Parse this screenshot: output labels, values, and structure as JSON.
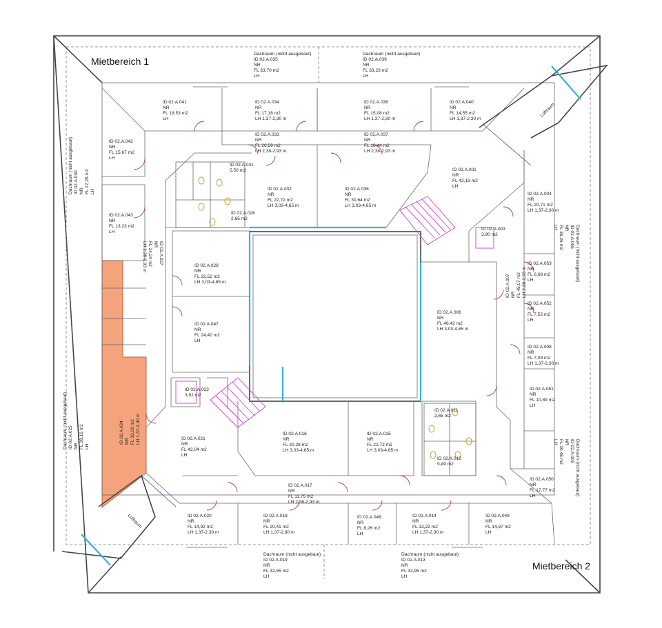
{
  "plan": {
    "areas": [
      {
        "key": "mb1",
        "label": "Mietbereich 1"
      },
      {
        "key": "mb2",
        "label": "Mietbereich 2"
      }
    ],
    "colors": {
      "highlight": "#f4a37c",
      "wall": "#444444",
      "door": "#c0304a",
      "glass": "#2fb5d6",
      "stair": "#d236d6"
    },
    "luftraum_label": "Luftraum",
    "rooms": [
      {
        "key": "r035",
        "lines": [
          "Dachraum  (nicht ausgebaut)",
          "ID        02.A.035",
          "NR",
          "FL        33,70 m2",
          "LH"
        ]
      },
      {
        "key": "r039",
        "lines": [
          "Dachraum  (nicht ausgebaut)",
          "ID        02.A.039",
          "NR",
          "FL        33,23 m2",
          "LH"
        ]
      },
      {
        "key": "r041",
        "lines": [
          "ID        02.A.041",
          "NR",
          "FL        18,53 m2",
          "LH"
        ]
      },
      {
        "key": "r034",
        "lines": [
          "ID        02.A.034",
          "NR",
          "FL        17,18 m2",
          "LH  1,37-2,30 m"
        ]
      },
      {
        "key": "r038",
        "lines": [
          "ID        02.A.038",
          "NR",
          "FL        15,08 m2",
          "LH  1,37-2,30 m"
        ]
      },
      {
        "key": "r040",
        "lines": [
          "ID        02.A.040",
          "NR",
          "FL        14,55 m2",
          "LH  1,37-2,30 m"
        ]
      },
      {
        "key": "r042",
        "lines": [
          "ID        02.A.042",
          "NR",
          "FL        15,67 m2",
          "LH"
        ]
      },
      {
        "key": "r033",
        "lines": [
          "ID        02.A.033",
          "NR",
          "FL        20,59 m2",
          "LH  2,38-2,93 m"
        ]
      },
      {
        "key": "r037",
        "lines": [
          "ID        02.A.037",
          "NR",
          "FL        16,44 m2",
          "LH  2,38-2,93 m"
        ]
      },
      {
        "key": "r001",
        "lines": [
          "ID        02.A.001",
          "NR",
          "FL        42,19 m2",
          "LH"
        ]
      },
      {
        "key": "r032",
        "lines": [
          "ID        02.A.032",
          "NR",
          "FL        22,72 m2",
          "LH  3,03-4,65 m"
        ]
      },
      {
        "key": "r036",
        "lines": [
          "ID        02.A.036",
          "NR",
          "FL        30,64 m2",
          "LH  3,03-4,65 m"
        ]
      },
      {
        "key": "r004",
        "lines": [
          "ID        02.A.004",
          "NR",
          "FL        20,71 m2",
          "LH  1,37-2,30 m"
        ]
      },
      {
        "key": "r043",
        "lines": [
          "ID        02.A.043",
          "NR",
          "FL        13,23 m2",
          "LH"
        ]
      },
      {
        "key": "r028",
        "lines": [
          "ID        02.A.028",
          "NR",
          "FL        22,52 m2",
          "LH  3,03-4,65 m"
        ]
      },
      {
        "key": "r053",
        "lines": [
          "ID        02.A.053",
          "NR",
          "FL        6,68 m2",
          "LH"
        ]
      },
      {
        "key": "r006",
        "lines": [
          "ID        02.A.006",
          "NR",
          "FL        46,42 m2",
          "LH  3,03-4,65 m"
        ]
      },
      {
        "key": "r052",
        "lines": [
          "ID        02.A.052",
          "NR",
          "FL        7,55 m2",
          "LH"
        ]
      },
      {
        "key": "r047",
        "lines": [
          "ID        02.A.047",
          "NR",
          "FL        24,40 m2",
          "LH"
        ]
      },
      {
        "key": "r008",
        "lines": [
          "ID        02.A.008",
          "NR",
          "FL        7,04 m2",
          "LH  1,37-2,30 m"
        ]
      },
      {
        "key": "r051",
        "lines": [
          "ID        02.A.051",
          "NR",
          "FL        10,89 m2",
          "LH"
        ]
      },
      {
        "key": "r021",
        "lines": [
          "ID        02.A.021",
          "NR",
          "FL        42,04 m2",
          "LH"
        ]
      },
      {
        "key": "r016",
        "lines": [
          "ID        02.A.016",
          "NR",
          "FL        30,28 m2",
          "LH  3,03-4,65 m"
        ]
      },
      {
        "key": "r015",
        "lines": [
          "ID        02.A.015",
          "NR",
          "FL        22,72 m2",
          "LH  3,03-4,65 m"
        ]
      },
      {
        "key": "r017",
        "lines": [
          "ID        02.A.017",
          "NR",
          "FL        11,75 m2",
          "LH  2,38-2,93 m"
        ]
      },
      {
        "key": "r050",
        "lines": [
          "ID        02.A.050",
          "NR",
          "FL        17,77 m2",
          "LH"
        ]
      },
      {
        "key": "r020",
        "lines": [
          "ID        02.A.020",
          "NR",
          "FL        14,92 m2",
          "LH  1,37-2,30 m"
        ]
      },
      {
        "key": "r018",
        "lines": [
          "ID        02.A.018",
          "NR",
          "FL        20,41 m2",
          "LH  1,37-2,30 m"
        ]
      },
      {
        "key": "r048",
        "lines": [
          "ID        02.A.048",
          "NR",
          "FL        8,26 m2",
          "LH"
        ]
      },
      {
        "key": "r014",
        "lines": [
          "ID        02.A.014",
          "NR",
          "FL        13,22 m2",
          "LH  1,37-2,30 m"
        ]
      },
      {
        "key": "r049",
        "lines": [
          "ID        02.A.049",
          "NR",
          "FL        14,87 m2",
          "LH"
        ]
      },
      {
        "key": "r019",
        "lines": [
          "Dachraum  (nicht ausgebaut)",
          "ID        02.A.019",
          "NR",
          "FL        32,55 m2",
          "LH"
        ]
      },
      {
        "key": "r013",
        "lines": [
          "Dachraum  (nicht ausgebaut)",
          "ID        02.A.013",
          "NR",
          "FL        32,95 m2",
          "LH"
        ]
      },
      {
        "key": "r023",
        "lines": [
          "ID  02.A.023",
          "3,92 m2"
        ]
      },
      {
        "key": "r003",
        "lines": [
          "ID  02.A.003",
          "3,90 m2"
        ]
      },
      {
        "key": "r031",
        "lines": [
          "ID  02.A.031",
          "5,50 m2"
        ]
      },
      {
        "key": "r026",
        "lines": [
          "ID  02.A.026",
          "2,65 m2"
        ]
      },
      {
        "key": "r011",
        "lines": [
          "ID  02.A.011",
          "2,65 m2"
        ]
      },
      {
        "key": "r012",
        "lines": [
          "ID  02.A.012",
          "9,49 m2"
        ]
      }
    ],
    "rotated_rooms": [
      {
        "key": "r025",
        "lines": [
          "Dachraum  (nicht ausgebaut)",
          "ID   02.A.025",
          "NR",
          "FL   38,16 m2",
          "LH"
        ]
      },
      {
        "key": "r024",
        "lines": [
          "ID   02.A.024",
          "NR   ",
          "FL   33,02 m2",
          "LH   1,37-2,30 m"
        ]
      },
      {
        "key": "r030",
        "lines": [
          "Dachraum  (nicht ausgebaut)",
          "ID   02.A.030",
          "NR",
          "FL   27,28 m2",
          "LH"
        ]
      },
      {
        "key": "r005",
        "lines": [
          "Dachraum  (nicht ausgebaut)",
          "ID   02.A.005",
          "NR",
          "FL   36,26 m2",
          "LH"
        ]
      },
      {
        "key": "r009",
        "lines": [
          "Dachraum  (nicht ausgebaut)",
          "ID   02.A.009",
          "NR",
          "FL   30,48 m2",
          "LH"
        ]
      },
      {
        "key": "r007",
        "lines": [
          "ID   02.A.007",
          "NR",
          "FL   45,07 m2",
          "LH   2,38-2,93 m"
        ]
      },
      {
        "key": "r027",
        "lines": [
          "ID   02.A.027",
          "NR",
          "FL   24,24 m2",
          "LH   2,38-2,93 m"
        ]
      }
    ]
  }
}
